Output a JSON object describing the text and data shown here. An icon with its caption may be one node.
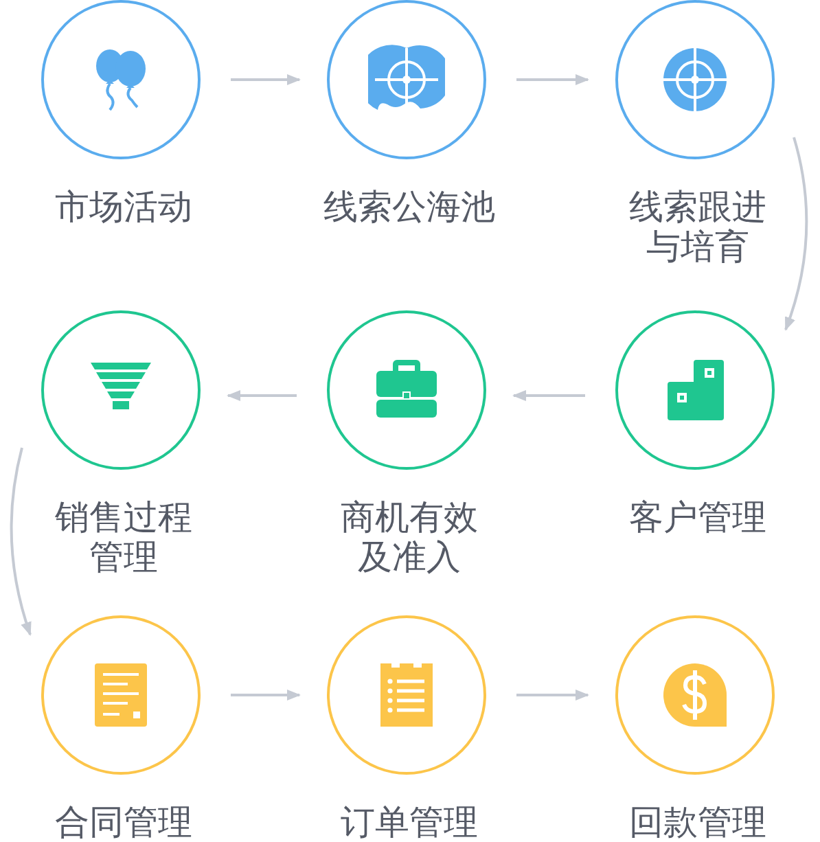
{
  "diagram": {
    "nodes": [
      {
        "text": [
          "市场活动"
        ]
      },
      {
        "text": [
          "线索公海池"
        ]
      },
      {
        "text": [
          "线索跟进与培育"
        ]
      },
      {
        "text": [
          "销售过程管理"
        ]
      },
      {
        "text": [
          "商机有效及准入"
        ]
      },
      {
        "text": [
          "客户管理"
        ]
      },
      {
        "text": [
          "合同管理"
        ]
      },
      {
        "text": [
          "订单管理"
        ]
      },
      {
        "text": [
          "回款管理"
        ]
      }
    ],
    "edges": [
      {
        "from": 0,
        "to": 1,
        "arrow": "to"
      },
      {
        "from": 1,
        "to": 2,
        "arrow": "to"
      },
      {
        "from": 2,
        "to": 5,
        "arrow": "to"
      },
      {
        "from": 5,
        "to": 4,
        "arrow": "to"
      },
      {
        "from": 4,
        "to": 3,
        "arrow": "to"
      },
      {
        "from": 3,
        "to": 6,
        "arrow": "to"
      },
      {
        "from": 6,
        "to": 7,
        "arrow": "to"
      },
      {
        "from": 7,
        "to": 8,
        "arrow": "to"
      }
    ]
  }
}
